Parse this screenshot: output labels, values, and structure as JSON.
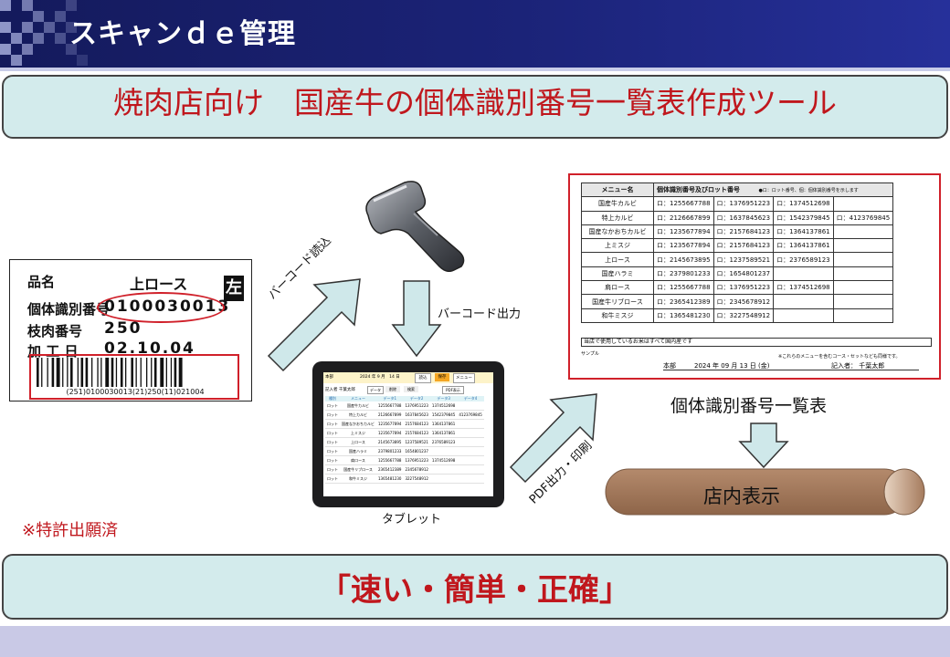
{
  "header": {
    "title": "スキャンｄｅ管理"
  },
  "subtitle": "焼肉店向け　国産牛の個体識別番号一覧表作成ツール",
  "label": {
    "product_label": "品名",
    "product_value": "上ロース",
    "id_label": "個体識別番号",
    "id_value": "0100030013",
    "branch_label": "枝肉番号",
    "branch_value": "250",
    "date_label": "加 工 日",
    "date_value": "02.10.04",
    "side_badge": "左",
    "barcode_text": "(251)0100030013(21)250(11)021004"
  },
  "captions": {
    "scan_read": "バーコード読込",
    "barcode_out": "バーコード出力",
    "tablet": "タブレット",
    "pdf_print": "PDF出力・印刷",
    "list_title": "個体識別番号一覧表",
    "store_display": "店内表示"
  },
  "tablet": {
    "top_select": "本部",
    "date": "2024 年 9 月　14 日",
    "read_btn": "読込",
    "save_btn": "保存",
    "menu_btn": "メニュー",
    "person": "記入者 千葉太郎",
    "data_btn": "データ",
    "clear_btn": "削除",
    "scan_btn": "検索",
    "pdf_btn": "PDF表示",
    "headers": [
      "種別",
      "メニュー",
      "データ1",
      "データ2",
      "データ3",
      "データ4"
    ],
    "rows": [
      [
        "ロット",
        "国産牛カルビ",
        "1255667788",
        "1376951223",
        "1374512698",
        ""
      ],
      [
        "ロット",
        "特上カルビ",
        "2126667899",
        "1637845623",
        "1542379845",
        "4123769845"
      ],
      [
        "ロット",
        "国産なかおちカルビ",
        "1235677894",
        "2157684123",
        "1364137861",
        ""
      ],
      [
        "ロット",
        "上ミスジ",
        "1235677894",
        "2157684123",
        "1364137861",
        ""
      ],
      [
        "ロット",
        "上ロース",
        "2145673895",
        "1237589521",
        "2376589123",
        ""
      ],
      [
        "ロット",
        "国産ハラミ",
        "2379801233",
        "1654801237",
        "",
        ""
      ],
      [
        "ロット",
        "肩ロース",
        "1255667788",
        "1376951223",
        "1374512698",
        ""
      ],
      [
        "ロット",
        "国産牛リブロース",
        "2365412389",
        "2345678912",
        "",
        ""
      ],
      [
        "ロット",
        "和牛ミスジ",
        "1365481230",
        "3227548912",
        "",
        ""
      ]
    ]
  },
  "list": {
    "col_menu": "メニュー名",
    "col_id": "個体識別番号及びロット番号",
    "note": "●ロ：ロット番号、個：個体識別番号を示します",
    "rows": [
      {
        "menu": "国産牛カルビ",
        "d1": "ロ：1255667788",
        "d2": "ロ：1376951223",
        "d3": "ロ：1374512698",
        "d4": ""
      },
      {
        "menu": "特上カルビ",
        "d1": "ロ：2126667899",
        "d2": "ロ：1637845623",
        "d3": "ロ：1542379845",
        "d4": "ロ：4123769845"
      },
      {
        "menu": "国産なかおちカルビ",
        "d1": "ロ：1235677894",
        "d2": "ロ：2157684123",
        "d3": "ロ：1364137861",
        "d4": ""
      },
      {
        "menu": "上ミスジ",
        "d1": "ロ：1235677894",
        "d2": "ロ：2157684123",
        "d3": "ロ：1364137861",
        "d4": ""
      },
      {
        "menu": "上ロース",
        "d1": "ロ：2145673895",
        "d2": "ロ：1237589521",
        "d3": "ロ：2376589123",
        "d4": ""
      },
      {
        "menu": "国産ハラミ",
        "d1": "ロ：2379801233",
        "d2": "ロ：1654801237",
        "d3": "",
        "d4": ""
      },
      {
        "menu": "肩ロース",
        "d1": "ロ：1255667788",
        "d2": "ロ：1376951223",
        "d3": "ロ：1374512698",
        "d4": ""
      },
      {
        "menu": "国産牛リブロース",
        "d1": "ロ：2365412389",
        "d2": "ロ：2345678912",
        "d3": "",
        "d4": ""
      },
      {
        "menu": "和牛ミスジ",
        "d1": "ロ：1365481230",
        "d2": "ロ：3227548912",
        "d3": "",
        "d4": ""
      }
    ],
    "domestic_note": "当店で使用しているお米はすべて国内産です",
    "sample_label": "サンプル",
    "disclaimer": "※これらのメニューを含むコース・セットなども同様です。",
    "branch": "本部",
    "date": "2024 年 09 月 13 日 (金)",
    "writer": "記入者： 千葉太郎"
  },
  "patent": "※特許出願済",
  "slogan": "「速い・簡単・正確」",
  "colors": {
    "accent_red": "#c0171d",
    "banner_fill": "#d3ebec",
    "arrow_fill": "#cfe8ea",
    "header_navy": "#1b2378"
  }
}
